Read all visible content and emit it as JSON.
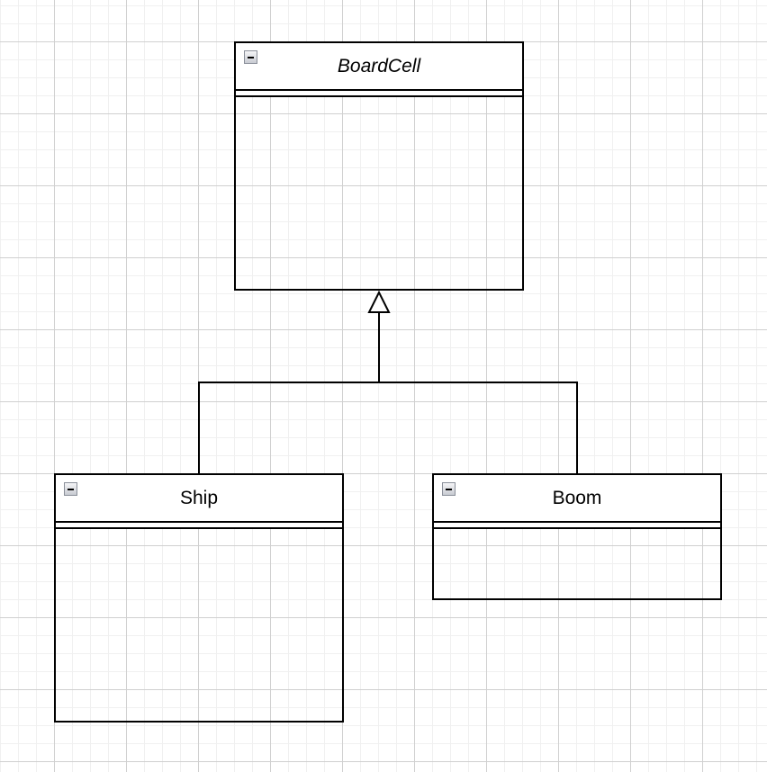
{
  "diagram": {
    "type": "UML class diagram",
    "classes": [
      {
        "id": "boardcell",
        "name": "BoardCell",
        "abstract": true,
        "attributes": [],
        "methods": []
      },
      {
        "id": "ship",
        "name": "Ship",
        "abstract": false,
        "attributes": [],
        "methods": []
      },
      {
        "id": "boom",
        "name": "Boom",
        "abstract": false,
        "attributes": [],
        "methods": []
      }
    ],
    "relationships": [
      {
        "type": "generalization",
        "from": "Ship",
        "to": "BoardCell"
      },
      {
        "type": "generalization",
        "from": "Boom",
        "to": "BoardCell"
      }
    ],
    "colors": {
      "stroke": "#000000",
      "grid_major": "#d0d0d0",
      "grid_minor": "#f0f0f0",
      "background": "#ffffff"
    }
  }
}
